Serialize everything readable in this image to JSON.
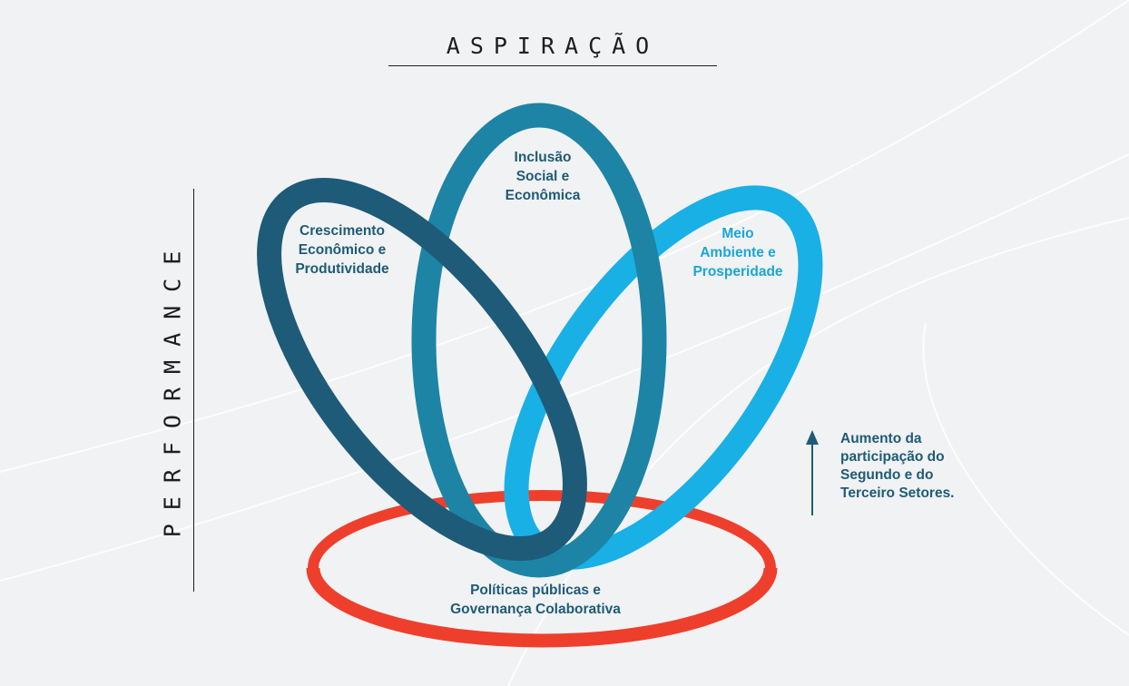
{
  "titles": {
    "top": "ASPIRAÇÃO",
    "side": "PERFORMANCE"
  },
  "rings": {
    "crescimento": {
      "label": "Crescimento\nEconômico e\nProdutividade",
      "color": "#1e5b78"
    },
    "inclusao": {
      "label": "Inclusão\nSocial e\nEconômica",
      "color": "#1e84a5"
    },
    "meio": {
      "label": "Meio\nAmbiente e\nProsperidade",
      "color": "#19a6d8"
    },
    "politicas": {
      "label": "Políticas públicas e\nGovernança Colaborativa",
      "color": "#ee3f2d"
    }
  },
  "annotation": {
    "text": "Aumento da\nparticipação do\nSegundo e do\nTerceiro Setores.",
    "color": "#1e5b78"
  },
  "background_color": "#f1f2f3"
}
